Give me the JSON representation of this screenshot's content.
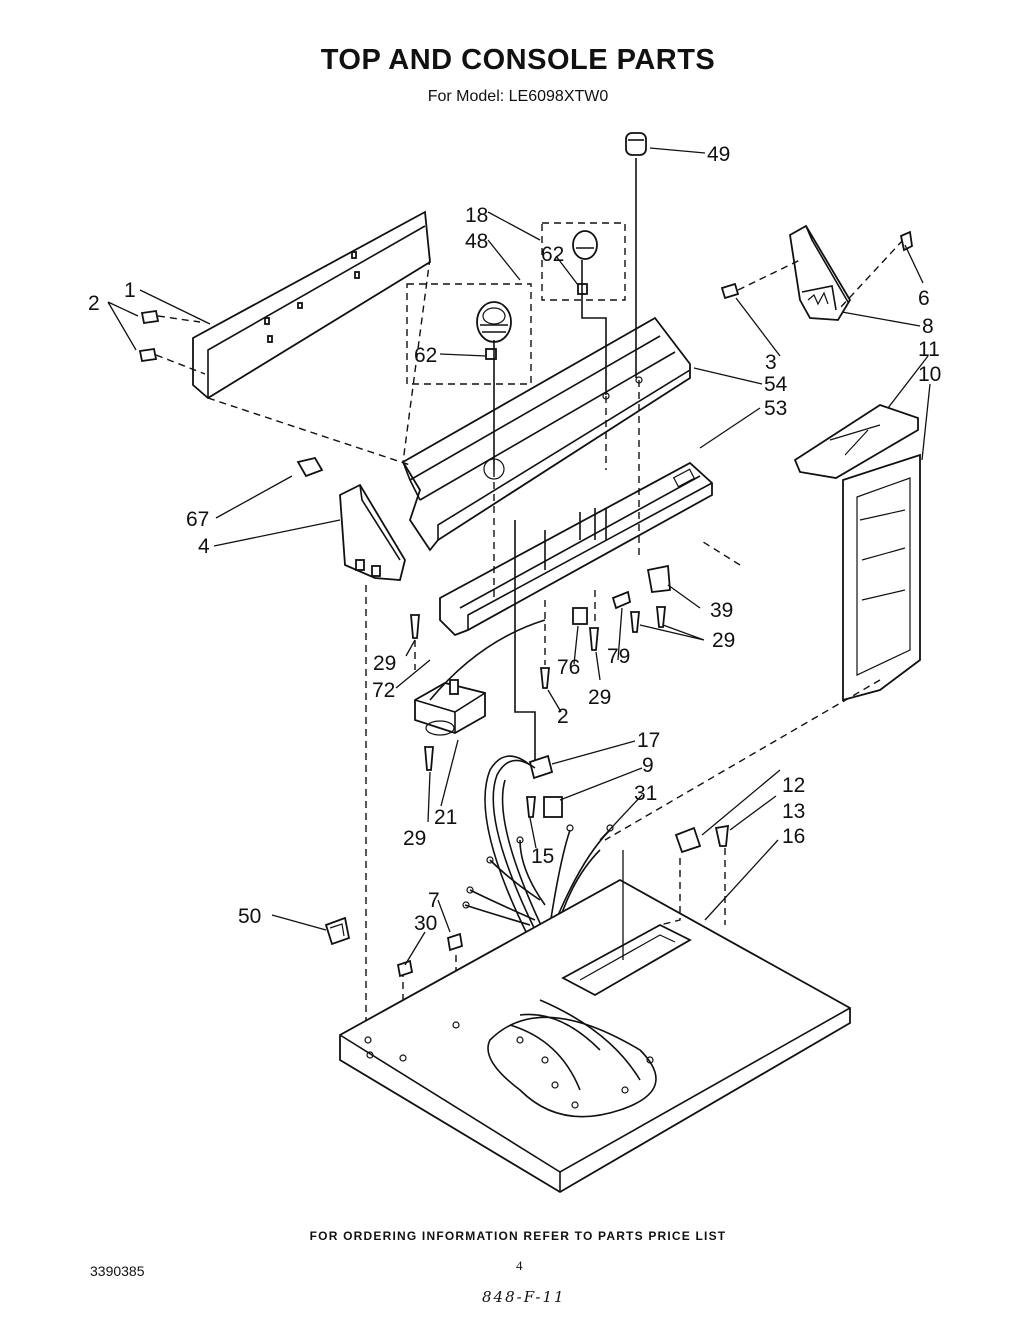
{
  "title": "TOP AND CONSOLE PARTS",
  "subtitle": "For Model: LE6098XTW0",
  "footer": "FOR ORDERING INFORMATION REFER TO PARTS PRICE LIST",
  "doc_number": "3390385",
  "page_number": "4",
  "handwritten_note": "848-F-11",
  "callouts": {
    "c1": "1",
    "c2a": "2",
    "c2b": "2",
    "c3": "3",
    "c4": "4",
    "c6": "6",
    "c7": "7",
    "c8": "8",
    "c9": "9",
    "c10": "10",
    "c11": "11",
    "c12": "12",
    "c13": "13",
    "c15": "15",
    "c16": "16",
    "c17": "17",
    "c18": "18",
    "c21": "21",
    "c29a": "29",
    "c29b": "29",
    "c29c": "29",
    "c29d": "29",
    "c30": "30",
    "c31": "31",
    "c39": "39",
    "c48": "48",
    "c49": "49",
    "c50": "50",
    "c53": "53",
    "c54": "54",
    "c62a": "62",
    "c62b": "62",
    "c67": "67",
    "c72": "72",
    "c76": "76",
    "c79": "79"
  }
}
